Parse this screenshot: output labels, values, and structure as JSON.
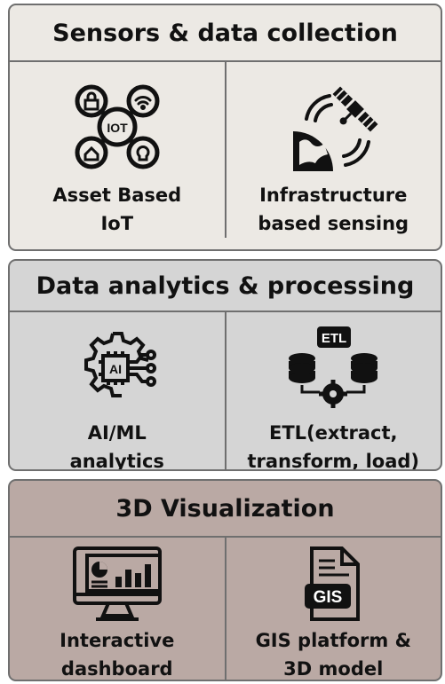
{
  "sections": [
    {
      "title": "Sensors & data collection",
      "items": [
        {
          "label_line1": "Asset Based",
          "label_line2": "IoT",
          "icon": "iot-network-icon",
          "icon_text": "IOT"
        },
        {
          "label_line1": "Infrastructure",
          "label_line2": "based sensing",
          "icon": "satellite-earth-icon"
        }
      ]
    },
    {
      "title": "Data analytics & processing",
      "items": [
        {
          "label_line1": "AI/ML",
          "label_line2": "analytics",
          "icon": "ai-gear-chip-icon",
          "icon_text": "AI"
        },
        {
          "label_line1": "ETL(extract,",
          "label_line2": "transform, load)",
          "icon": "etl-database-icon",
          "icon_text": "ETL"
        }
      ]
    },
    {
      "title": "3D Visualization",
      "items": [
        {
          "label_line1": "Interactive",
          "label_line2": "dashboard",
          "icon": "dashboard-monitor-icon"
        },
        {
          "label_line1": "GIS platform &",
          "label_line2": "3D model",
          "icon": "gis-file-icon",
          "icon_text": "GIS"
        }
      ]
    }
  ],
  "colors": {
    "panel1_bg": "#ece9e4",
    "panel2_bg": "#d5d5d5",
    "panel3_bg": "#baa9a4",
    "border": "#6f6f6f",
    "text": "#111111"
  }
}
